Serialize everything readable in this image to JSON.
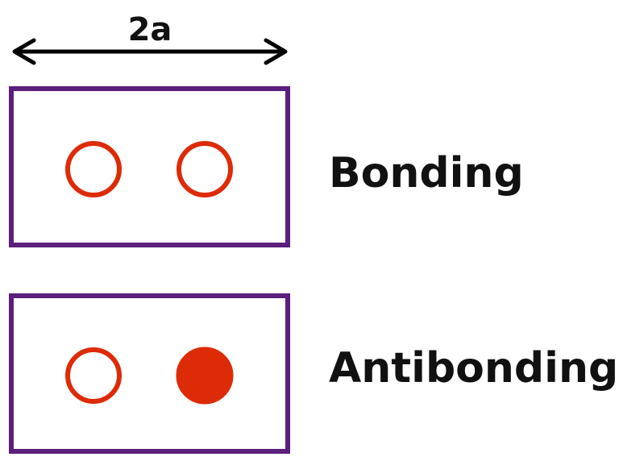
{
  "dimension": {
    "label": "2a"
  },
  "colors": {
    "box": "#5b1f7c",
    "site": "#dd2b08",
    "arrow": "#000000",
    "text": "#111111"
  },
  "rows": [
    {
      "label": "Bonding",
      "sites": [
        {
          "filled": false
        },
        {
          "filled": false
        }
      ]
    },
    {
      "label": "Antibonding",
      "sites": [
        {
          "filled": false
        },
        {
          "filled": true
        }
      ]
    }
  ]
}
